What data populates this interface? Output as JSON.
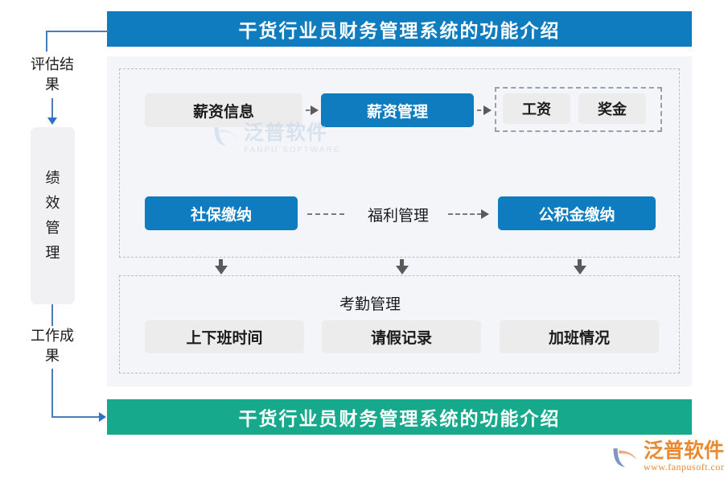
{
  "banners": {
    "top_title": "干货行业员财务管理系统的功能介绍",
    "bottom_title": "干货行业员财务管理系统的功能介绍",
    "top_color": "#0f7cc0",
    "bottom_color": "#17a98c"
  },
  "rail": {
    "top_label": "评估结果",
    "box_label": "绩效管理",
    "bottom_label": "工作成果"
  },
  "flow": {
    "salary_info": "薪资信息",
    "salary_management": "薪资管理",
    "wage": "工资",
    "bonus": "奖金",
    "social_insurance": "社保缴纳",
    "welfare_management": "福利管理",
    "housing_fund": "公积金缴纳",
    "attendance_management": "考勤管理",
    "shift_time": "上下班时间",
    "leave_record": "请假记录",
    "overtime": "加班情况"
  },
  "watermark": {
    "cn": "泛普软件",
    "en": "FANPU SOFTWARE"
  },
  "logo": {
    "cn": "泛普软件",
    "url": "www.fanpusoft.com",
    "color": "#e98a32"
  },
  "colors": {
    "blue": "#0f7cc0",
    "green": "#17a98c",
    "gray_node": "#ececec",
    "panel_bg": "#f3f5f9",
    "connector_blue": "#4a7ebb",
    "connector_gray": "#5a5a5a"
  }
}
